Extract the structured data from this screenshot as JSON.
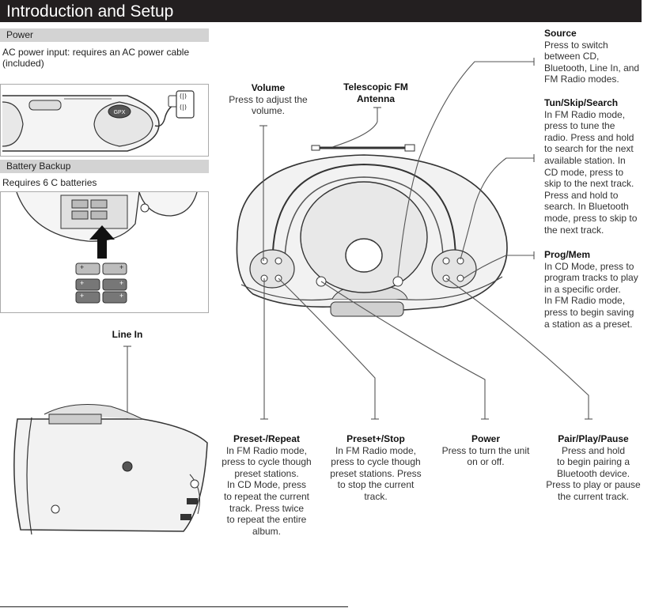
{
  "header": {
    "title": "Introduction and Setup"
  },
  "power": {
    "heading": "Power",
    "text_line1": "AC power input: requires an AC power cable",
    "text_line2": "(included)"
  },
  "battery": {
    "heading": "Battery Backup",
    "text": "Requires 6 C batteries"
  },
  "callouts": {
    "volume": {
      "title": "Volume",
      "lines": [
        "Press to adjust the",
        "volume."
      ]
    },
    "antenna": {
      "title_line1": "Telescopic FM",
      "title_line2": "Antenna"
    },
    "source": {
      "title": "Source",
      "lines": [
        "Press to switch",
        "between CD,",
        "Bluetooth, Line In, and",
        "FM Radio modes."
      ]
    },
    "tun": {
      "title": "Tun/Skip/Search",
      "lines": [
        "In FM Radio mode,",
        "press to tune the",
        "radio. Press and hold",
        "to search for the next",
        "available station. In",
        "CD mode, press to",
        "skip to the next track.",
        "Press and hold to",
        "search. In Bluetooth",
        "mode, press to skip to",
        "the next track."
      ]
    },
    "prog": {
      "title": "Prog/Mem",
      "lines": [
        "In CD Mode, press to",
        "program tracks to play",
        "in a specific order.",
        "In FM Radio mode,",
        "press to begin saving",
        "a station as a preset."
      ]
    },
    "linein": {
      "title": "Line In"
    },
    "preset_minus": {
      "title": "Preset-/Repeat",
      "lines": [
        "In FM Radio mode,",
        "press to cycle though",
        "preset stations.",
        "In CD Mode, press",
        "to repeat the current",
        "track. Press twice",
        "to repeat the entire",
        "album."
      ]
    },
    "preset_plus": {
      "title": "Preset+/Stop",
      "lines": [
        "In FM Radio mode,",
        "press to cycle though",
        "preset stations. Press",
        "to stop the current",
        "track."
      ]
    },
    "power_btn": {
      "title": "Power",
      "lines": [
        "Press to turn the unit",
        "on or off."
      ]
    },
    "pair": {
      "title": "Pair/Play/Pause",
      "lines": [
        "Press and hold",
        "to begin pairing a",
        "Bluetooth  device.",
        "Press to play or pause",
        "the current track."
      ]
    }
  },
  "battery_labels": [
    "+",
    "+",
    "+",
    "+",
    "+",
    "+"
  ],
  "outlet_labels": {
    "top": "(|)",
    "bottom": "(|)"
  }
}
